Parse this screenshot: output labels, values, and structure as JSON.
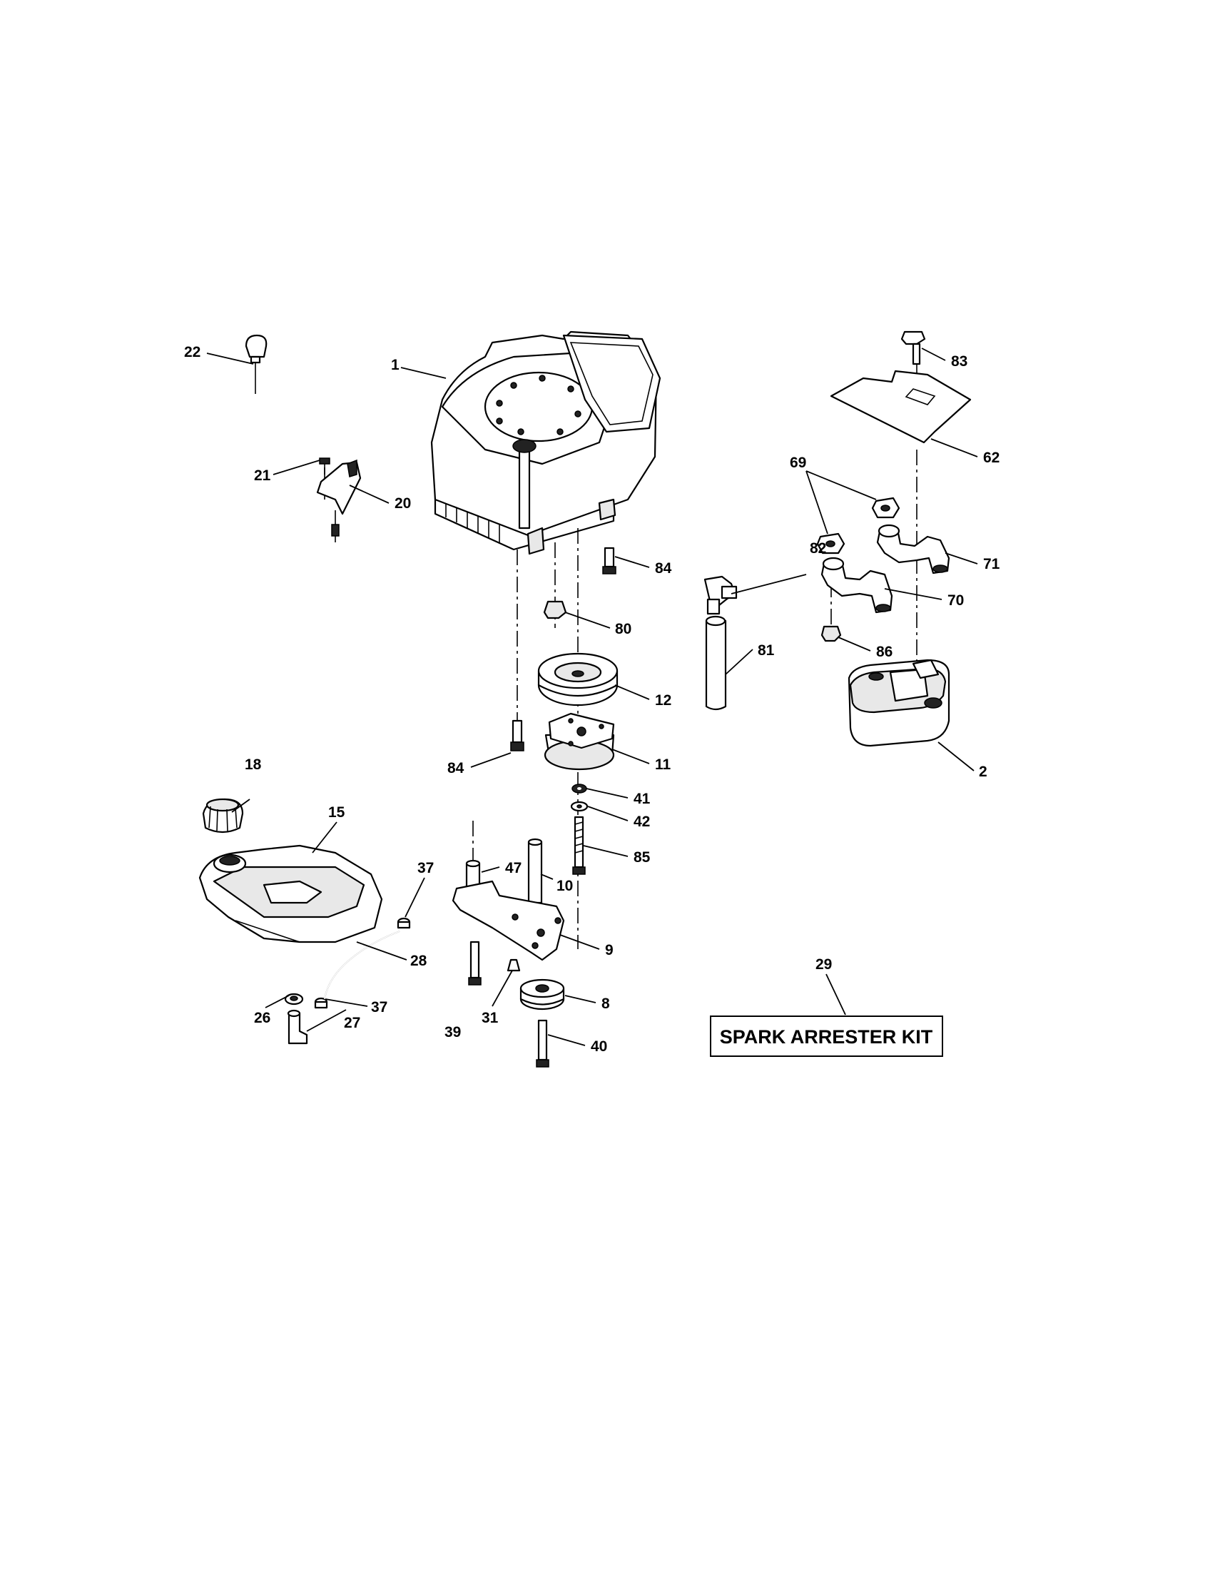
{
  "callouts": {
    "c1": "1",
    "c2": "2",
    "c8": "8",
    "c9": "9",
    "c10": "10",
    "c11": "11",
    "c12": "12",
    "c15": "15",
    "c18": "18",
    "c20": "20",
    "c21": "21",
    "c22": "22",
    "c26": "26",
    "c27": "27",
    "c28": "28",
    "c29": "29",
    "c31": "31",
    "c37a": "37",
    "c37b": "37",
    "c39": "39",
    "c40": "40",
    "c41": "41",
    "c42": "42",
    "c47": "47",
    "c62": "62",
    "c69": "69",
    "c70": "70",
    "c71": "71",
    "c80": "80",
    "c81": "81",
    "c82": "82",
    "c83": "83",
    "c84a": "84",
    "c84b": "84",
    "c85": "85",
    "c86": "86"
  },
  "spark_arrester_kit": {
    "label": "SPARK ARRESTER KIT"
  }
}
